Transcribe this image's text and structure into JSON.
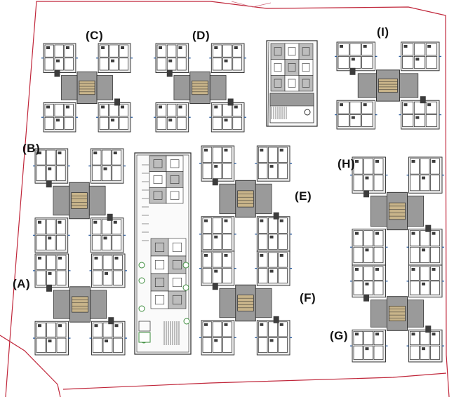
{
  "site": {
    "boundary_color": "#c0263a",
    "building_labels": {
      "A": "(A)",
      "B": "(B)",
      "C": "(C)",
      "D": "(D)",
      "E": "(E)",
      "F": "(F)",
      "G": "(G)",
      "H": "(H)",
      "I": "(I)"
    }
  },
  "colors": {
    "wall": "#2a2a2a",
    "core_fill": "#9a9a9a",
    "dark_fill": "#3c3c3c",
    "room_fill": "#e9e9e9",
    "stair_fill": "#c8b48a",
    "balcony_line": "#2e5e9e",
    "paving": "#bdbdbd",
    "tree_green": "#3c8c3c"
  }
}
